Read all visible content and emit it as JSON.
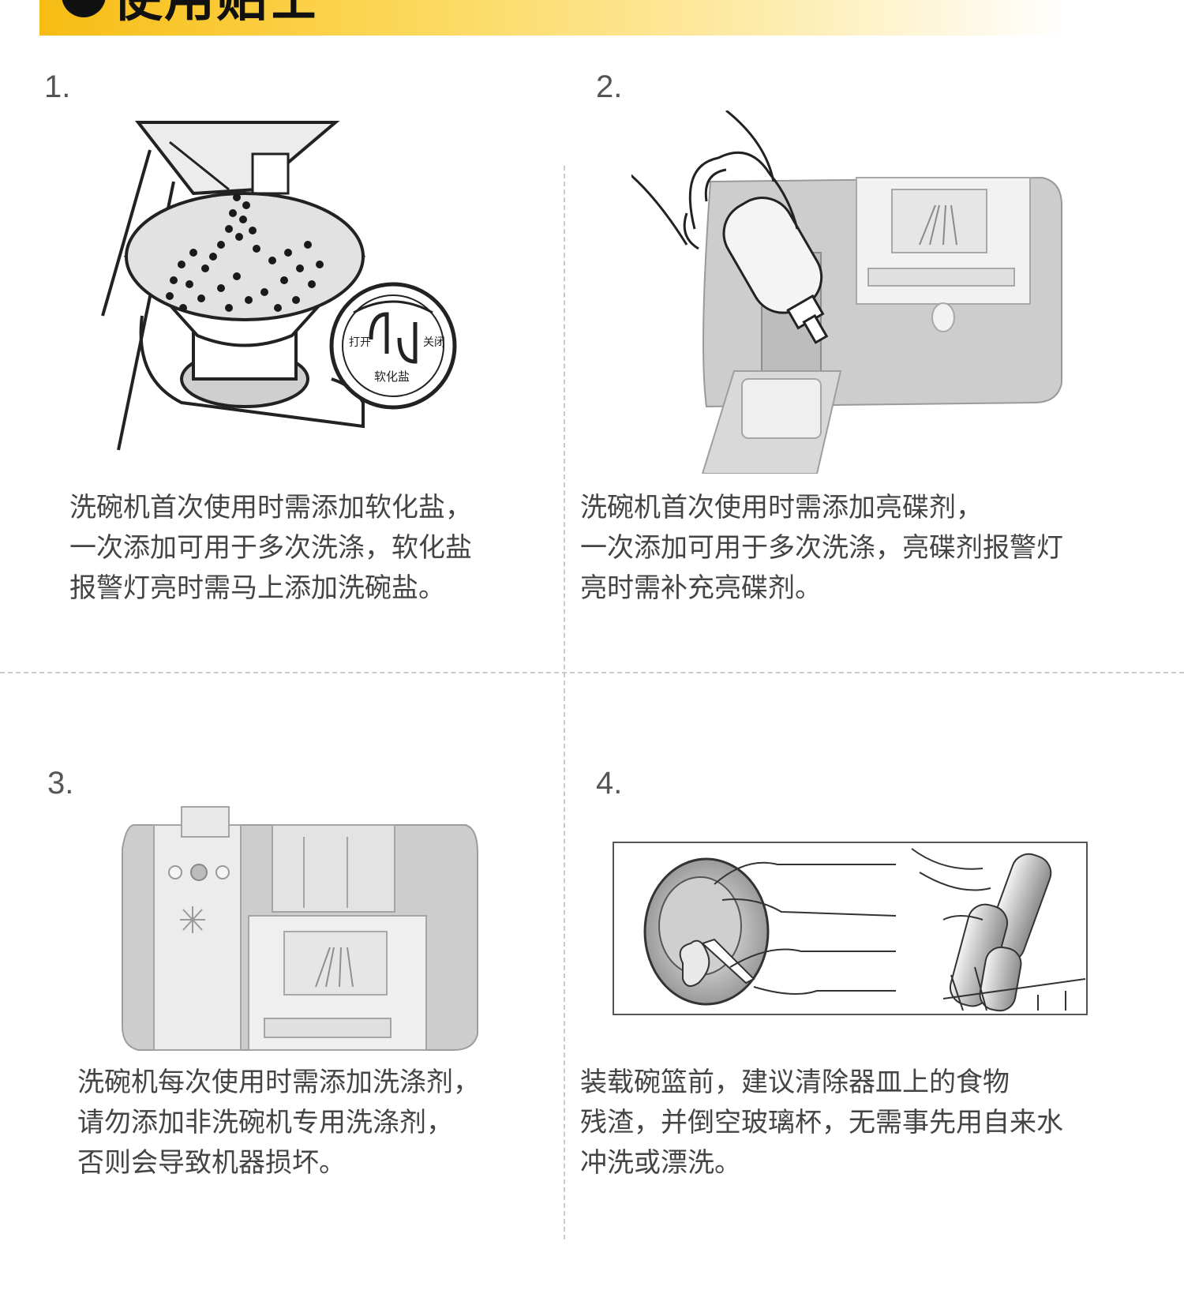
{
  "header": {
    "title": "使用贴士"
  },
  "steps": [
    {
      "number": "1.",
      "lines": [
        "洗碗机首次使用时需添加软化盐，",
        "一次添加可用于多次洗涤，软化盐",
        "报警灯亮时需马上添加洗碗盐。"
      ],
      "cap_labels": [
        "打开",
        "关闭",
        "软化盐"
      ],
      "illustration": "salt-funnel-illustration"
    },
    {
      "number": "2.",
      "lines": [
        "洗碗机首次使用时需添加亮碟剂，",
        "一次添加可用于多次洗涤，亮碟剂报警灯",
        "亮时需补充亮碟剂。"
      ],
      "illustration": "rinse-aid-illustration"
    },
    {
      "number": "3.",
      "lines": [
        "洗碗机每次使用时需添加洗涤剂，",
        "请勿添加非洗碗机专用洗涤剂，",
        "否则会导致机器损坏。"
      ],
      "illustration": "detergent-dispenser-illustration"
    },
    {
      "number": "4.",
      "lines": [
        "装载碗篮前，建议清除器皿上的食物",
        "残渣，并倒空玻璃杯，无需事先用自来水",
        "冲洗或漂洗。"
      ],
      "illustration": "scrape-dishes-illustration"
    }
  ],
  "colors": {
    "accent": "#f7bc14",
    "text": "#444444",
    "divider": "#c9c9c9"
  }
}
